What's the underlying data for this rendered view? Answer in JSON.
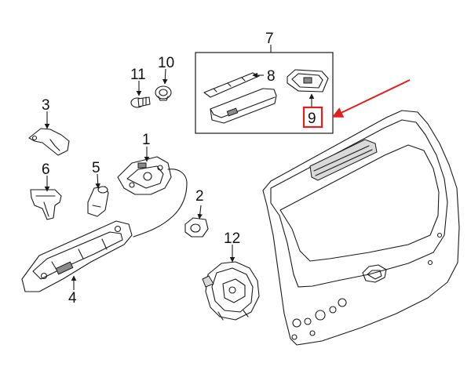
{
  "callouts": [
    {
      "id": "1",
      "text": "1"
    },
    {
      "id": "2",
      "text": "2"
    },
    {
      "id": "3",
      "text": "3"
    },
    {
      "id": "4",
      "text": "4"
    },
    {
      "id": "5",
      "text": "5"
    },
    {
      "id": "6",
      "text": "6"
    },
    {
      "id": "7",
      "text": "7"
    },
    {
      "id": "8",
      "text": "8"
    },
    {
      "id": "9",
      "text": "9"
    },
    {
      "id": "10",
      "text": "10"
    },
    {
      "id": "11",
      "text": "11"
    },
    {
      "id": "12",
      "text": "12"
    }
  ],
  "colors": {
    "highlight": "#e02020",
    "line": "#1a1a1a",
    "background": "#ffffff"
  }
}
